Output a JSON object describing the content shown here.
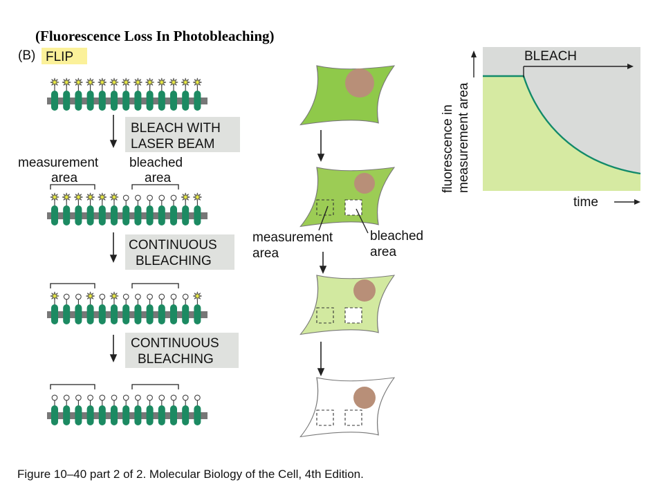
{
  "title": "(Fluorescence Loss In Photobleaching)",
  "panel_letter": "(B)",
  "technique": "FLIP",
  "steps": [
    {
      "line1": "BLEACH WITH",
      "line2": "LASER BEAM"
    },
    {
      "line1": "CONTINUOUS",
      "line2": "BLEACHING"
    },
    {
      "line1": "CONTINUOUS",
      "line2": "BLEACHING"
    }
  ],
  "left_labels": {
    "measurement_line1": "measurement",
    "measurement_line2": "area",
    "bleached_line1": "bleached",
    "bleached_line2": "area"
  },
  "cell_labels": {
    "measurement_line1": "measurement",
    "measurement_line2": "area",
    "bleached_line1": "bleached",
    "bleached_line2": "area"
  },
  "graph": {
    "ylabel_line1": "fluorescence in",
    "ylabel_line2": "measurement area",
    "xlabel": "time",
    "bleach_label": "BLEACH"
  },
  "colors": {
    "highlight": "#fbf19a",
    "box": "#dfe1de",
    "protein": "#1c8a62",
    "membrane": "#777777",
    "fluor": "#eeee44",
    "cell_1": "#8fc94a",
    "cell_2": "#9ccc55",
    "cell_3": "#d2e9a0",
    "cell_4": "#ffffff",
    "nucleus": "#b88f78",
    "graph_bg": "#d9dbd9",
    "graph_fill": "#d6eaa2",
    "curve": "#128a6a"
  },
  "caption": "Figure 10–40 part 2 of 2. Molecular Biology of the Cell, 4th Edition."
}
